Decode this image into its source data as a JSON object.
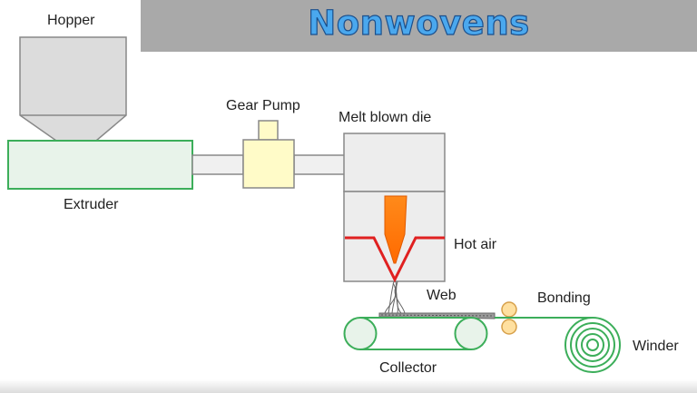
{
  "title": "Nonwovens",
  "labels": {
    "hopper": "Hopper",
    "extruder": "Extruder",
    "gear_pump": "Gear Pump",
    "melt_blown_die": "Melt blown die",
    "hot_air": "Hot air",
    "web": "Web",
    "bonding": "Bonding",
    "collector": "Collector",
    "winder": "Winder"
  },
  "colors": {
    "title_fill": "#4aa8ee",
    "title_outline": "#1a4f8c",
    "title_bar": "#a9a9a9",
    "hopper": "#dcdcdc",
    "extruder_fill": "#e8f3ea",
    "extruder_stroke": "#3cae5a",
    "gear_pump": "#fffbc8",
    "hot_air_line": "#e02020",
    "polymer_stream": "#ff7a10",
    "bonding_rollers": "#ffe0a0",
    "winder_ring": "#3cae5a"
  }
}
